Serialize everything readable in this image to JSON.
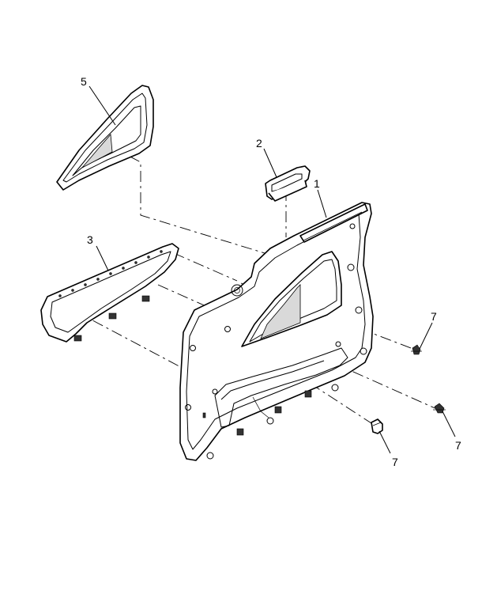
{
  "callouts": [
    {
      "id": "callout-1",
      "text": "1"
    },
    {
      "id": "callout-2",
      "text": "2"
    },
    {
      "id": "callout-3",
      "text": "3"
    },
    {
      "id": "callout-5",
      "text": "5"
    },
    {
      "id": "callout-7a",
      "text": "7"
    },
    {
      "id": "callout-7b",
      "text": "7"
    },
    {
      "id": "callout-7c",
      "text": "7"
    }
  ]
}
